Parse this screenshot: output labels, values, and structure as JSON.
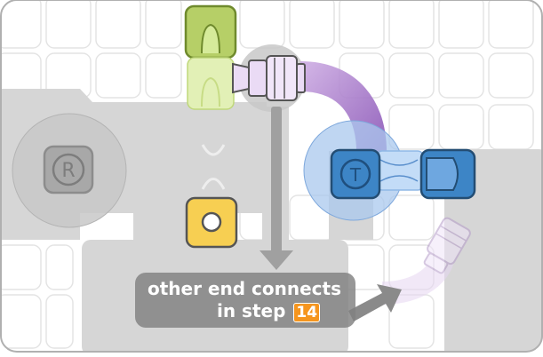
{
  "colors": {
    "grid_line": "#e2e2e2",
    "shadow_path": "#d5d5d5",
    "green_block": "#b6cf67",
    "green_block_light": "#d9ecaa",
    "yellow_block": "#f7cf52",
    "blue_block": "#3d85c6",
    "blue_light": "#b8d5f5",
    "purple_tube": "#9a6bc0",
    "callout_bg": "#8a8a8a",
    "step_badge": "#f5951e"
  },
  "pieces": {
    "r_marker_label": "R",
    "t_marker_label": "T",
    "r_marker_icon": "registered-circle-icon",
    "t_marker_icon": "target-circle-icon"
  },
  "callout": {
    "line1": "other end connects",
    "line2_prefix": "in step",
    "step_number": "14"
  }
}
